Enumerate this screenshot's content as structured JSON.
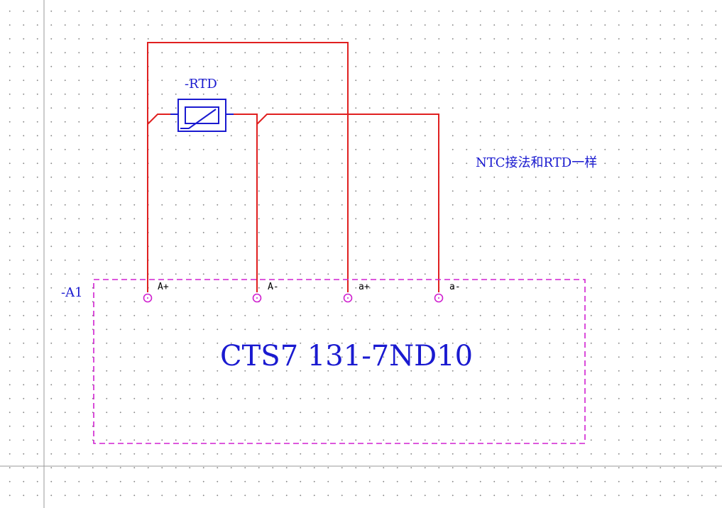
{
  "component": {
    "ref": "-A1",
    "title": "CTS7 131-7ND10",
    "pins": [
      {
        "label": "A+"
      },
      {
        "label": "A-"
      },
      {
        "label": "a+"
      },
      {
        "label": "a-"
      }
    ]
  },
  "sensor": {
    "ref": "-RTD"
  },
  "note": "NTC接法和RTD一样",
  "colors": {
    "wire": "#e02020",
    "symbol": "#1a1ad0",
    "component_border": "#d020d0",
    "text": "#1a1ad0",
    "grid_line": "#9a9a9a"
  }
}
